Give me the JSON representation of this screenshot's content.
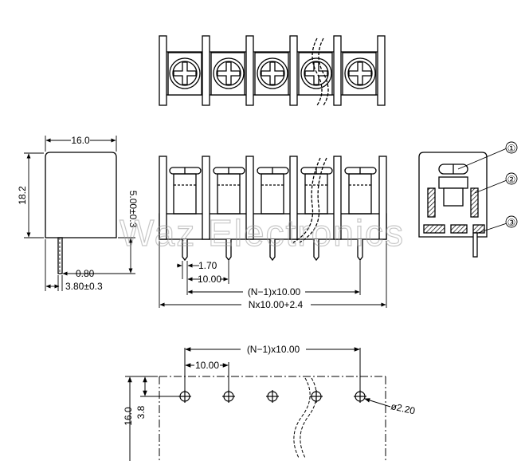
{
  "watermark": "Waz Electronics",
  "side_view": {
    "width_label": "16.0",
    "height_label": "18.2",
    "pin_label": "0.80",
    "pin_offset_label": "3.80±0.3"
  },
  "front_view": {
    "pin_length_label": "5.00±0.3",
    "pin_width_label": "1.70",
    "pitch_label": "10.00",
    "span_label": "(N−1)x10.00",
    "total_label": "Nx10.00+2.4"
  },
  "section_view": {
    "callouts": [
      "①",
      "②",
      "③"
    ]
  },
  "footprint": {
    "span_label": "(N−1)x10.00",
    "pitch_label": "10.00",
    "depth_label": "16.0",
    "offset_label": "3.8",
    "hole_label": "ø2.20"
  }
}
